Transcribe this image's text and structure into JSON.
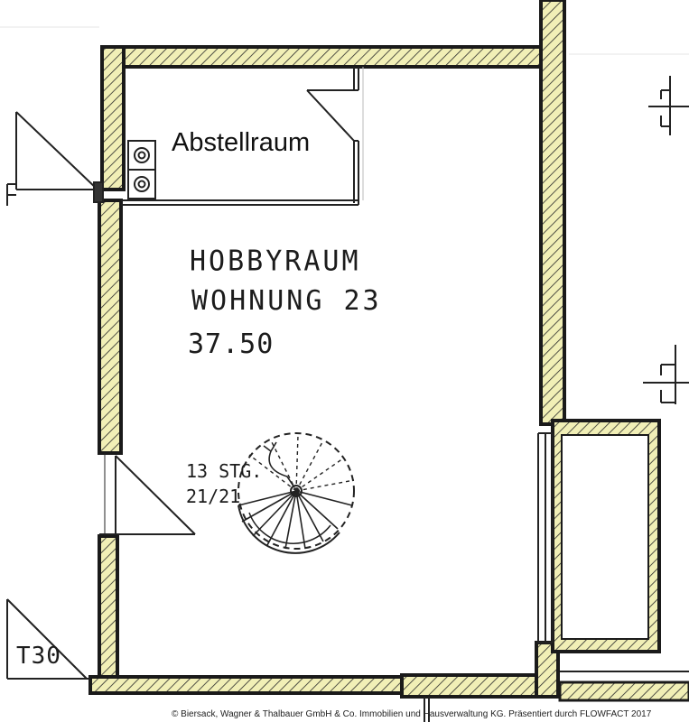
{
  "labels": {
    "storage_room": "Abstellraum",
    "room_name": "HOBBYRAUM",
    "room_unit": "WOHNUNG 23",
    "room_area": "37.50",
    "stair_steps": "13 STG.",
    "stair_ratio": "21/21",
    "door_rating": "T30"
  },
  "footer": {
    "copyright": "© Biersack, Wagner & Thalbauer GmbH & Co. Immobilien und Hausverwaltung KG. Präsentiert durch FLOWFACT 2017"
  },
  "colors": {
    "wall_fill": "#f1efb6",
    "wall_stroke": "#1a1a1a",
    "line": "#222222"
  }
}
